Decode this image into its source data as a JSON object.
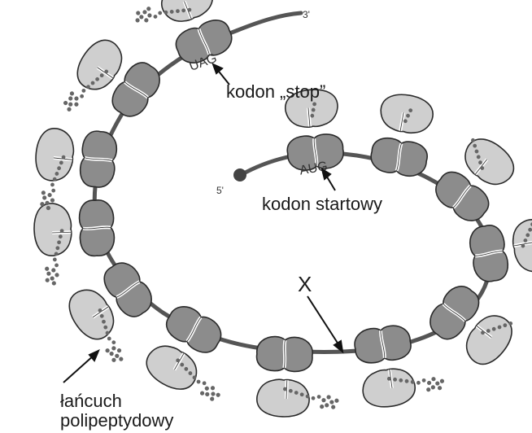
{
  "labels": {
    "three_prime": "3'",
    "five_prime": "5'",
    "stop_codon": "UAG",
    "start_codon": "AUG",
    "stop_label": "kodon „stop”",
    "start_label": "kodon startowy",
    "x_label": "X",
    "chain_label_line1": "łańcuch",
    "chain_label_line2": "polipeptydowy"
  },
  "colors": {
    "mrna": "#555555",
    "large_subunit": "#cfcfcf",
    "small_subunit": "#8c8c8c",
    "outline": "#2a2a2a",
    "chain": "#666666"
  }
}
